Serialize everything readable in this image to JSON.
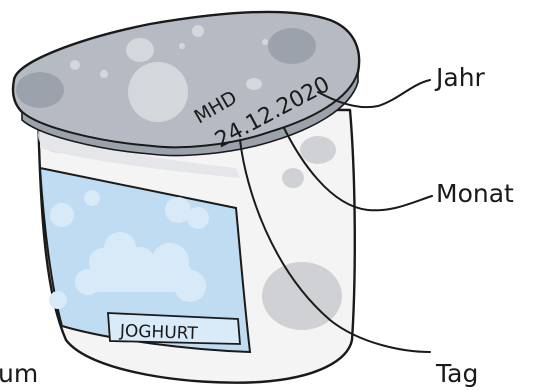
{
  "lid_print": {
    "prefix": "MHD",
    "date": "24.12.2020"
  },
  "cup_label": {
    "text": "JOGHURT"
  },
  "callouts": {
    "year": "Jahr",
    "month": "Monat",
    "day": "Tag",
    "left_cut": "um"
  },
  "colors": {
    "lid": "#b6bbc3",
    "lid_spots": "#9ca2ab",
    "cup": "#f4f4f4",
    "cup_spots": "#cfd1d5",
    "label_bg": "#bfdcf2",
    "cloud": "#d8eaf8",
    "outline": "#1a1a1a"
  }
}
